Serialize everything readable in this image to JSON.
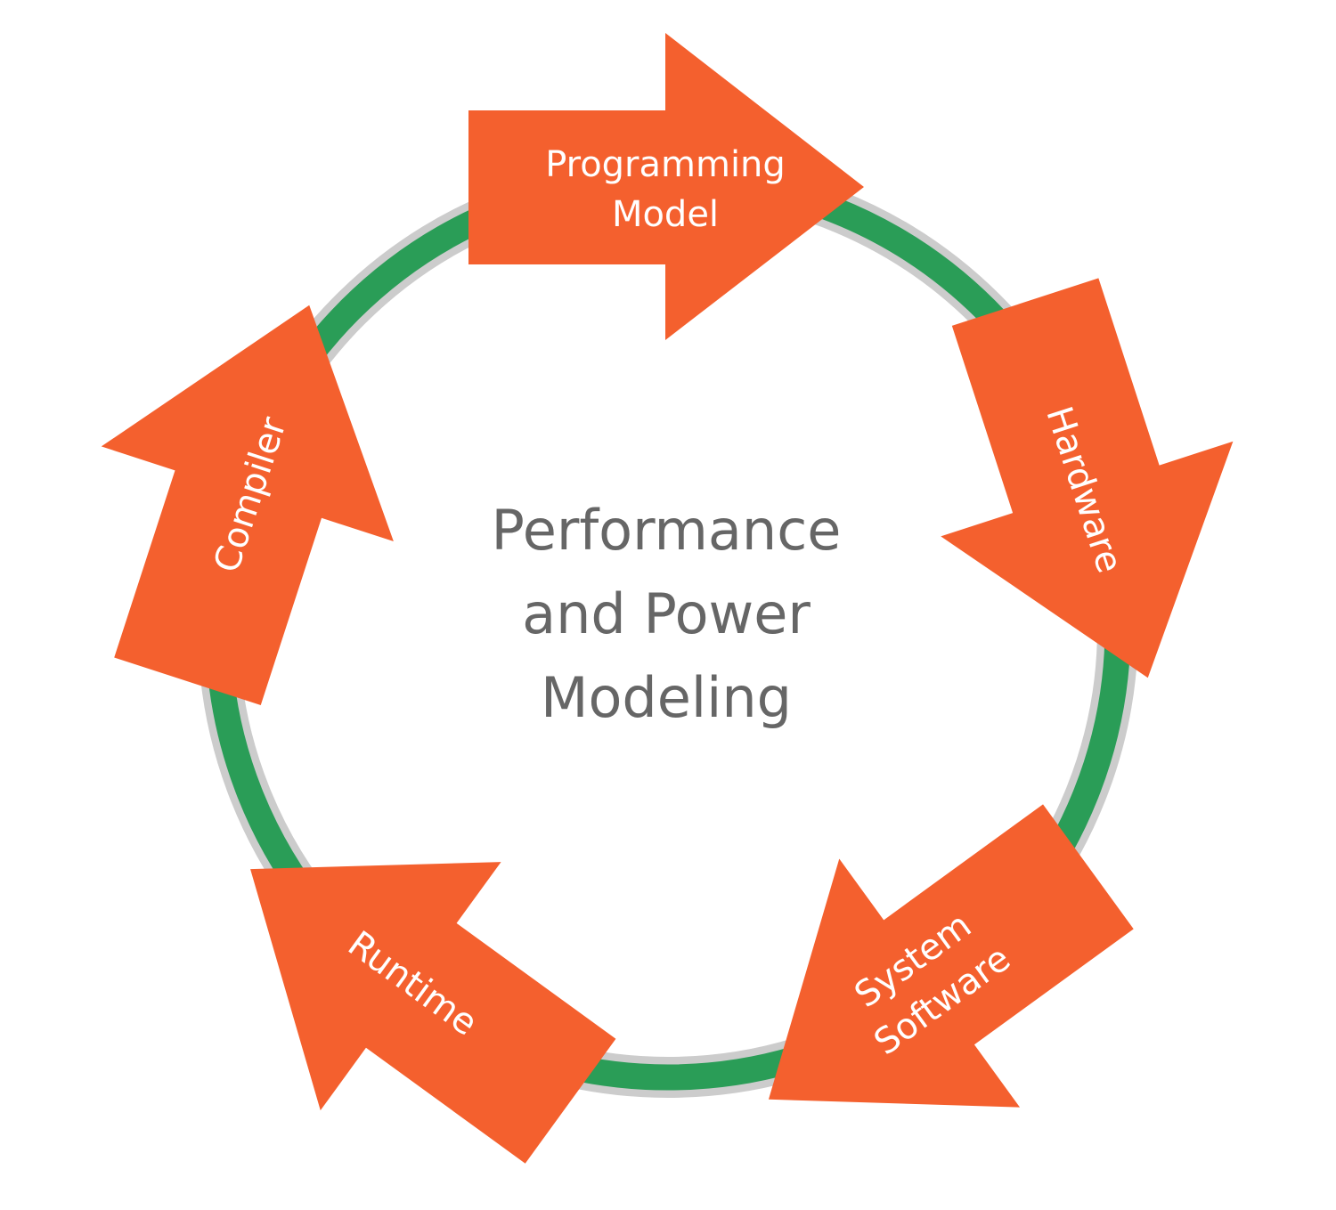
{
  "diagram": {
    "type": "cycle",
    "center_title": {
      "lines": [
        "Performance",
        "and Power",
        "Modeling"
      ]
    },
    "stages": [
      {
        "label_lines": [
          "Programming",
          "Model"
        ]
      },
      {
        "label_lines": [
          "Hardware"
        ]
      },
      {
        "label_lines": [
          "System",
          "Software"
        ]
      },
      {
        "label_lines": [
          "Runtime"
        ]
      },
      {
        "label_lines": [
          "Compiler"
        ]
      }
    ],
    "direction": "clockwise",
    "colors": {
      "arrow_fill": "#F4602E",
      "arrow_text": "#FFFFFF",
      "ring_outer": "#CCCCCC",
      "ring_inner": "#2A9D57",
      "center_text": "#666666"
    }
  }
}
